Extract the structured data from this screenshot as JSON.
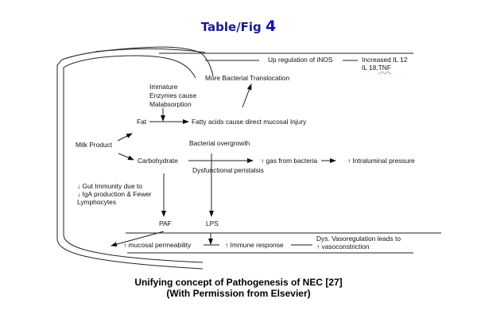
{
  "title": {
    "text": "Table/Fig",
    "number": "4"
  },
  "nodes": {
    "up_regulation_inos": "Up regulation of iNOS",
    "increased_il12": "Increased IL 12",
    "il18_tnf_prefix": "IL 18,",
    "il18_tnf_suffix": "TNF",
    "more_bacterial_translocation": "More Bacterial Translocation",
    "immature_enzymes": [
      "Immature",
      "Enzymes cause",
      "Malabsorption"
    ],
    "fat": "Fat",
    "fatty_acids": "Fatty acids cause direct mucosal Injury",
    "milk_product": "Milk Product",
    "bacterial_overgrowth": "Bacterial overgrowth",
    "carbohydrate": "Carbohydrate",
    "gas_from_bacteria": "↑ gas from bacteria",
    "intraluminal_pressure": "↑ Intraluminal pressure",
    "dysfunctional_peristalsis": "Dysfunctional peristalsis",
    "gut_immunity": [
      "↓ Gut Immunity due to",
      "↓ IgA production & Fewer",
      "Lymphocytes"
    ],
    "paf": "PAF",
    "lps": "LPS",
    "mucosal_permeability": "↑ mucosal permeability",
    "immune_response": "↑ Immune response",
    "dys_vasoregulation": [
      "Dys. Vasoregulation leads to",
      "↑ vasoconstriction"
    ]
  },
  "caption": {
    "line1": "Unifying concept of Pathogenesis of NEC [27]",
    "line2": "(With Permission from Elsevier)"
  }
}
